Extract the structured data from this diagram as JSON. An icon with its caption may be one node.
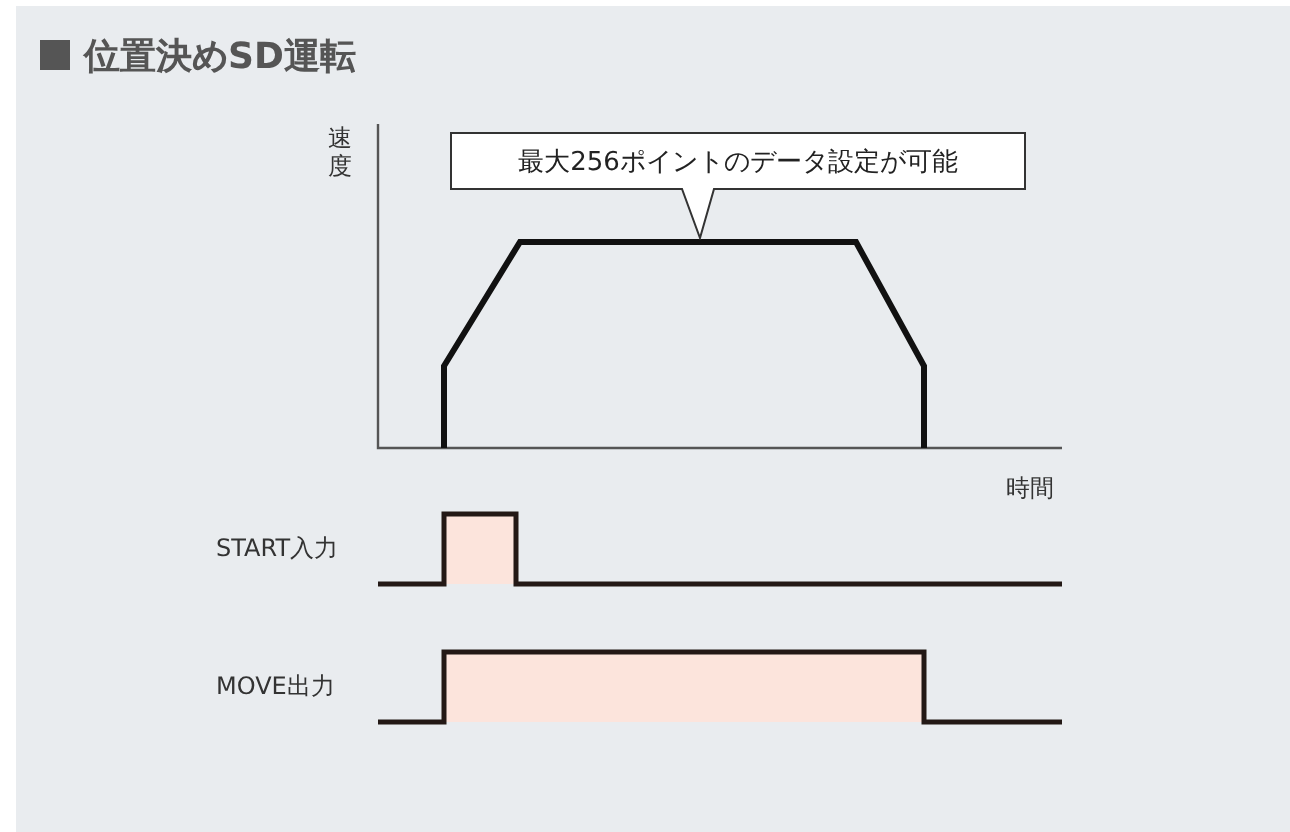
{
  "diagram": {
    "title": "位置決めSD運転",
    "nodes": [
      {
        "text": [
          "最大256ポイントのデータ設定が可能"
        ]
      }
    ],
    "labels": [
      "速度",
      "時間",
      "START入力",
      "MOVE出力"
    ]
  }
}
